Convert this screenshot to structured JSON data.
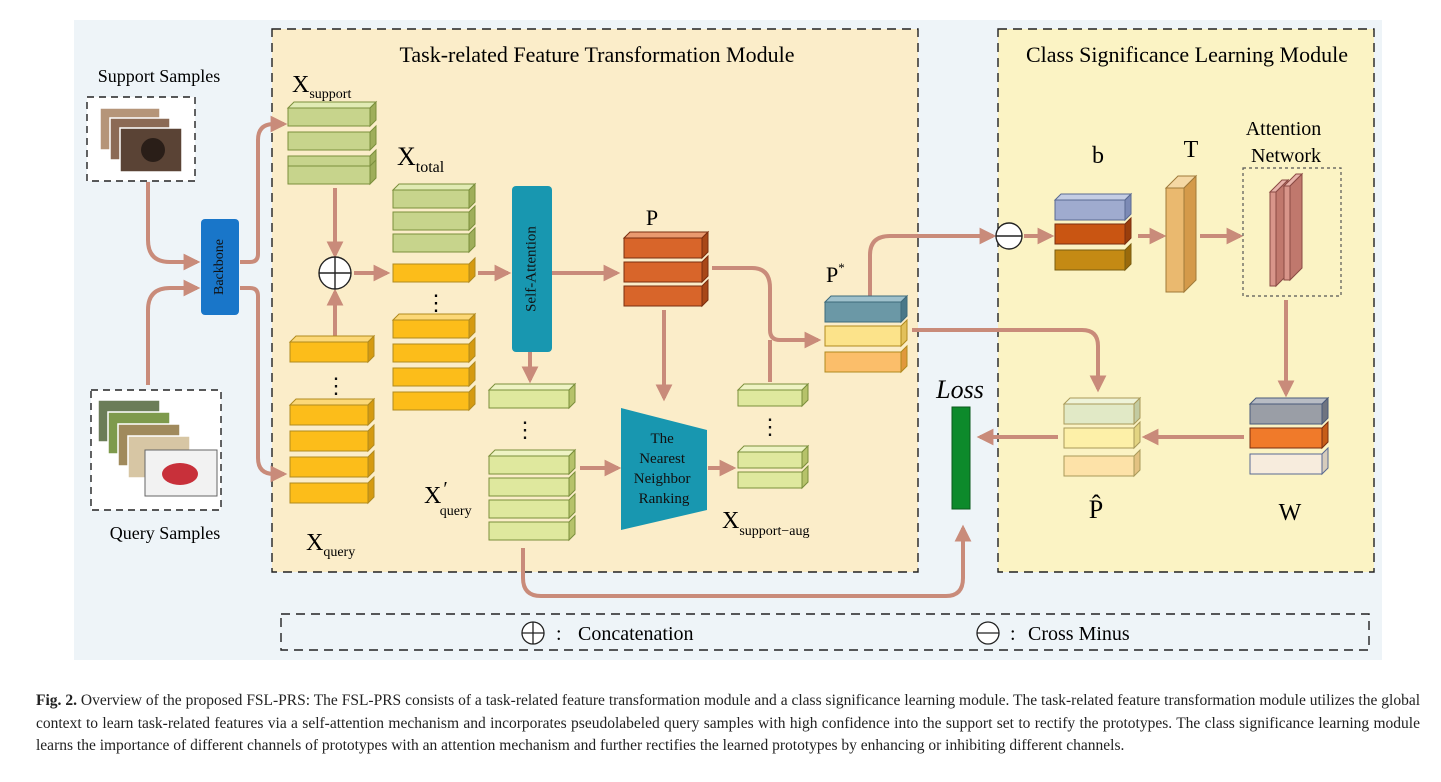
{
  "figure": {
    "modules": {
      "task_module_title": "Task-related Feature Transformation Module",
      "class_module_title": "Class Significance Learning Module"
    },
    "inputs": {
      "support_label": "Support Samples",
      "query_label": "Query Samples",
      "backbone_label": "Backbone"
    },
    "features": {
      "x_support": {
        "base": "X",
        "sub": "support"
      },
      "x_total": {
        "base": "X",
        "sub": "total"
      },
      "x_query": {
        "base": "X",
        "sub": "query"
      },
      "x_query_prime": {
        "base": "X",
        "prime": "′",
        "sub": "query"
      },
      "x_support_aug": {
        "base": "X",
        "sub": "support−aug"
      },
      "p": "P",
      "p_star": {
        "base": "P",
        "sup": "*"
      },
      "p_hat": "P̂",
      "b": "b",
      "t": "T",
      "w": "W",
      "loss": "Loss",
      "dots": "⋮"
    },
    "blocks": {
      "self_attention": "Self-Attention",
      "nn_ranking_lines": [
        "The",
        "Nearest",
        "Neighbor",
        "Ranking"
      ],
      "attention_network_lines": [
        "Attention",
        "Network"
      ]
    },
    "legend": {
      "concat_label": "Concatenation",
      "cross_minus_label": "Cross Minus",
      "separator": ":"
    },
    "colors": {
      "panel_bg": "#eef4f8",
      "task_bg": "#fbedc9",
      "class_bg": "#fbf3c4",
      "arrow": "#c98b7a",
      "green_block": "#c7d48c",
      "yellow_block": "#fcbd1a",
      "orange_block": "#d8652a",
      "teal_block": "#1897b0",
      "backbone": "#1976c9",
      "loss_bar": "#0d8a2b"
    }
  },
  "caption": {
    "label": "Fig. 2.",
    "text": "Overview of the proposed FSL-PRS: The FSL-PRS consists of a task-related feature transformation module and a class significance learning module. The task-related feature transformation module utilizes the global context to learn task-related features via a self-attention mechanism and incorporates pseudolabeled query samples with high confidence into the support set to rectify the prototypes. The class significance learning module learns the importance of different channels of prototypes with an attention mechanism and further rectifies the learned prototypes by enhancing or inhibiting different channels."
  }
}
